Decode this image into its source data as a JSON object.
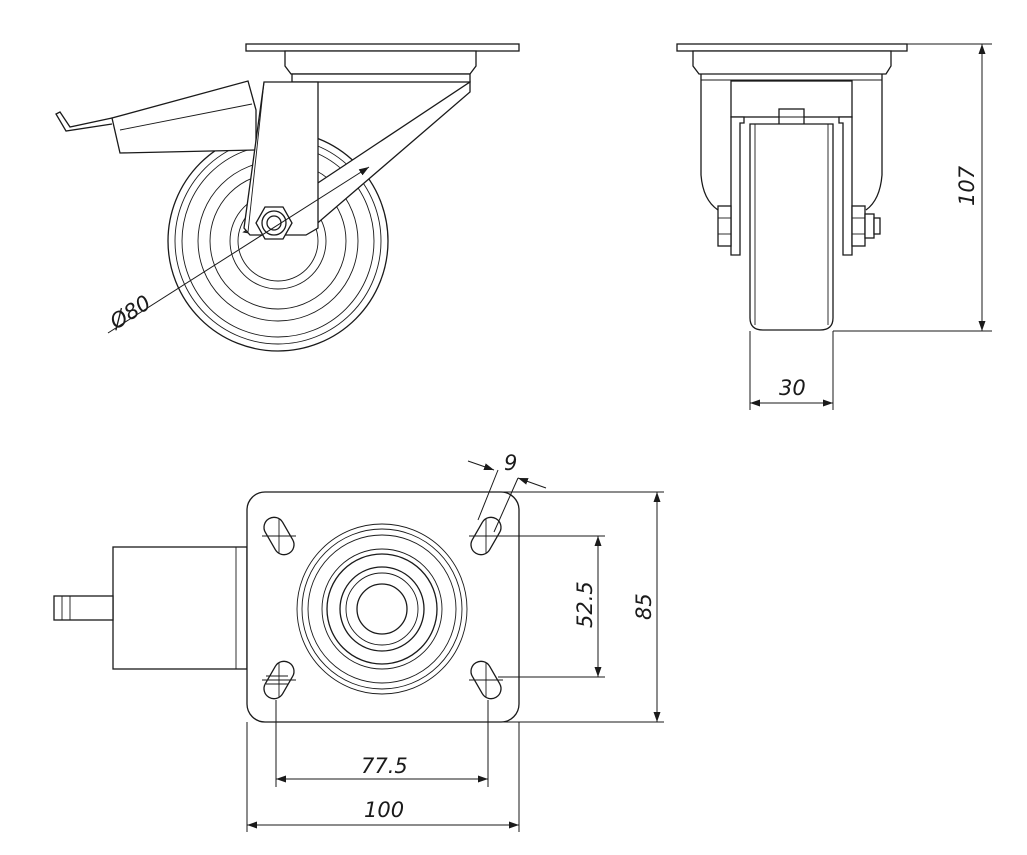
{
  "dimensions": {
    "wheel_diameter": "Ø80",
    "overall_height": "107",
    "wheel_width": "30",
    "slot_width": "9",
    "hole_spacing_vertical": "52.5",
    "plate_height": "85",
    "hole_spacing_horizontal": "77.5",
    "plate_width": "100"
  },
  "colors": {
    "line": "#1a1a1a",
    "background": "#ffffff"
  }
}
